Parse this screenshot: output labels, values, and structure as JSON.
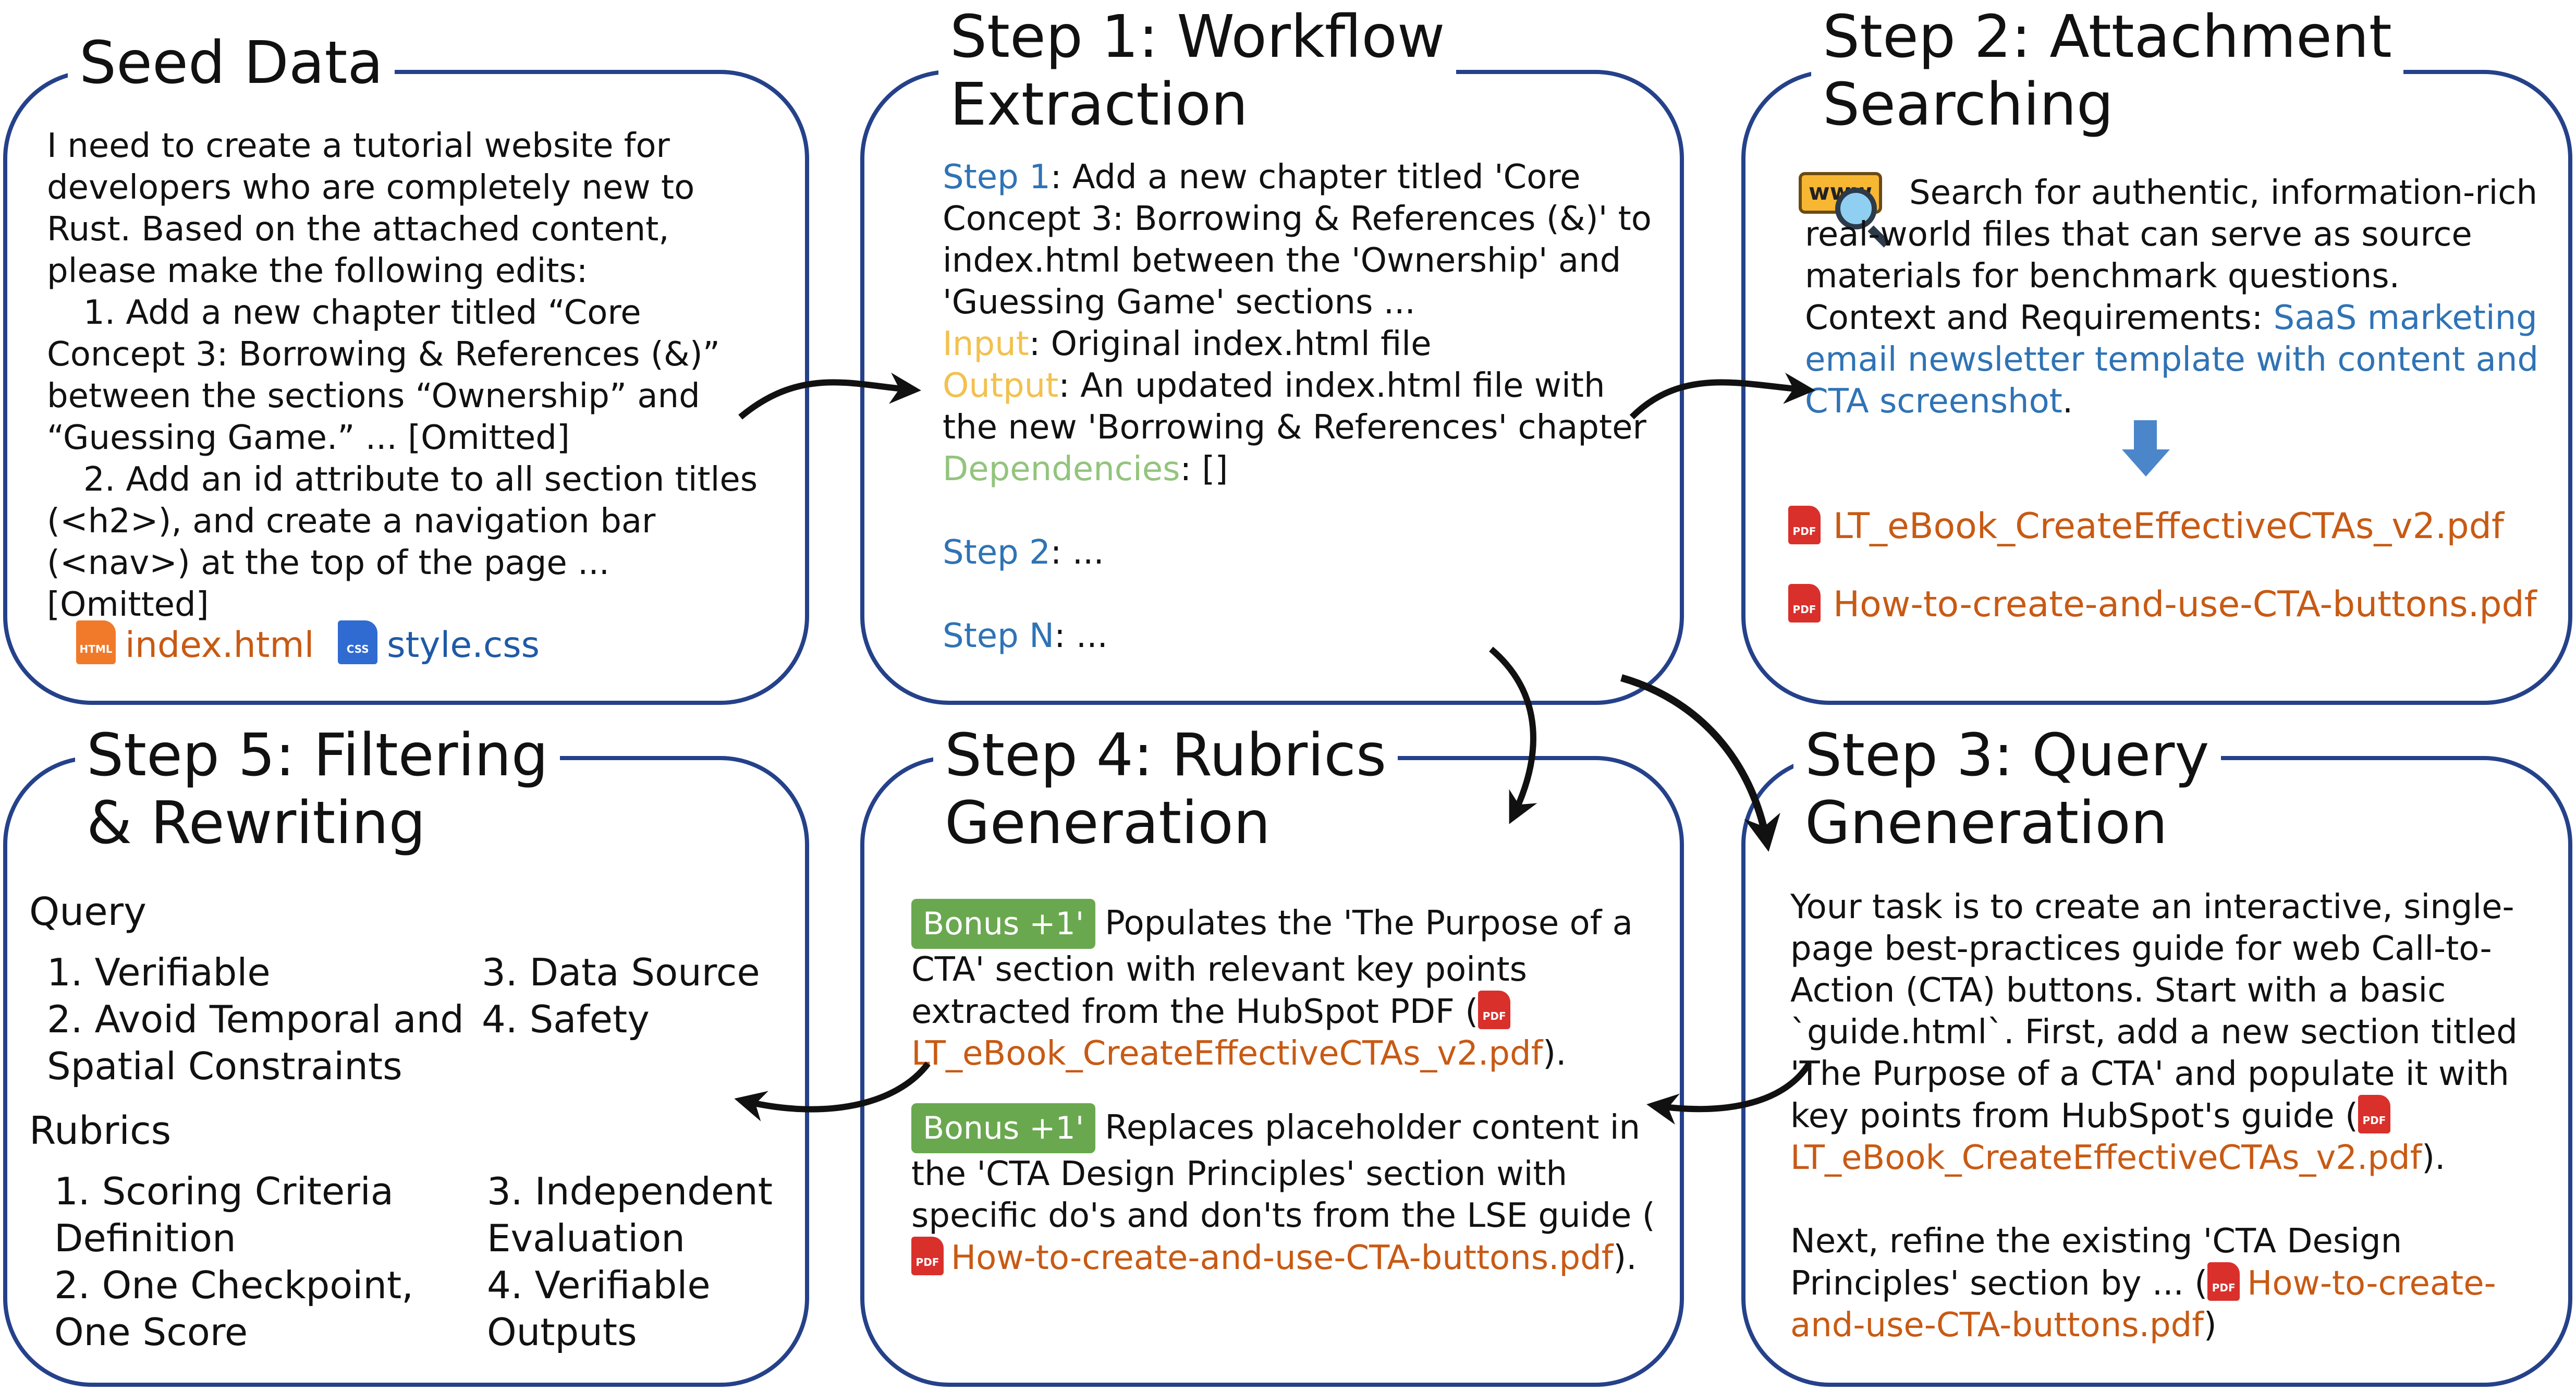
{
  "seed": {
    "title": "Seed Data",
    "text": "I need to create a tutorial website for developers who are completely new to Rust. Based on the attached content, please make the following edits:",
    "item1": "1. Add a new chapter titled “Core Concept 3: Borrowing & References (&)” between the sections “Ownership” and “Guessing Game.” ... [Omitted]",
    "item2": "2. Add an id attribute to all section titles (<h2>), and create a navigation bar (<nav>) at the top of the page ... [Omitted]",
    "file1": "index.html",
    "file2": "style.css"
  },
  "step1": {
    "title_l1": "Step 1: Workflow",
    "title_l2": "Extraction",
    "step1_label": "Step 1",
    "step1_text": ": Add a new chapter titled 'Core Concept 3: Borrowing & References (&)' to index.html between the 'Ownership' and 'Guessing Game' sections ...",
    "input_label": "Input",
    "input_text": ": Original index.html file",
    "output_label": "Output",
    "output_text": ": An updated index.html file with the new 'Borrowing & References' chapter",
    "deps_label": "Dependencies",
    "deps_text": ": []",
    "step2_label": "Step 2",
    "step2_text": ": ...",
    "stepn_label": "Step N",
    "stepn_text": ": ..."
  },
  "step2": {
    "title_l1": "Step 2: Attachment",
    "title_l2": "Searching",
    "www_label": "www",
    "search_text": "Search for authentic, information-rich real-world files that can serve as source materials for benchmark questions.",
    "context_label": "Context and Requirements: ",
    "context_value": "SaaS marketing email newsletter template with content and CTA screenshot",
    "period": ".",
    "file1": "LT_eBook_CreateEffectiveCTAs_v2.pdf",
    "file2": "How-to-create-and-use-CTA-buttons.pdf"
  },
  "step3": {
    "title_l1": "Step 3: Query",
    "title_l2": "Gneneration",
    "para1": "Your task is to create an interactive, single-page best-practices guide for web Call-to-Action (CTA) buttons. Start with a basic `guide.html`. First, add a new section titled 'The Purpose of a CTA' and populate it with key points from HubSpot's guide (",
    "file1": "LT_eBook_CreateEffectiveCTAs_v2.pdf",
    "para1_end": ").",
    "para2": "Next, refine the existing 'CTA Design Principles' section by ... (",
    "file2": "How-to-create-and-use-CTA-buttons.pdf",
    "para2_end": ")"
  },
  "step4": {
    "title_l1": "Step 4: Rubrics",
    "title_l2": "Generation",
    "bonus1": "Bonus +1'",
    "item1_text": "Populates the 'The Purpose of a CTA' section with relevant key points extracted from the HubSpot PDF (",
    "item1_file": "LT_eBook_CreateEffectiveCTAs_v2.pdf",
    "item1_end": ").",
    "bonus2": "Bonus +1'",
    "item2_text": "Replaces placeholder content in the 'CTA Design Principles' section with specific do's and don'ts from the LSE guide (",
    "item2_file": "How-to-create-and-use-CTA-buttons.pdf",
    "item2_end": ")."
  },
  "step5": {
    "title_l1": "Step 5: Filtering",
    "title_l2": "& Rewriting",
    "query_head": "Query",
    "q1": "1. Verifiable",
    "q2": "2. Avoid Temporal and Spatial Constraints",
    "q3": "3. Data Source",
    "q4": "4. Safety",
    "rubrics_head": "Rubrics",
    "r1": "1. Scoring Criteria Definition",
    "r2": "2. One Checkpoint, One Score",
    "r3": "3. Independent Evaluation",
    "r4": "4. Verifiable Outputs"
  },
  "colors": {
    "border": "#25418a",
    "step_label": "#2f73b5",
    "input_label": "#f2c14e",
    "deps_label": "#93c47d",
    "file_link": "#c85a14",
    "bonus_bg": "#6aa84f",
    "pdf_icon": "#d9302c"
  }
}
